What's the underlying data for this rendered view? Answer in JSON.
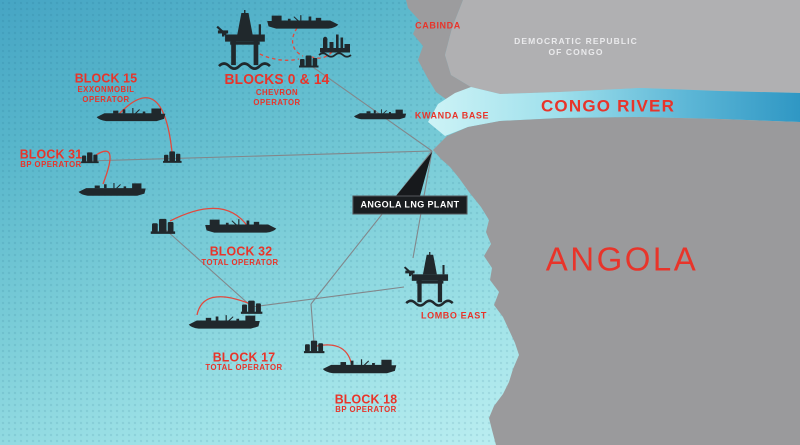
{
  "regions": {
    "angola_label": "ANGOLA",
    "cabinda_label": "CABINDA",
    "drc_label_line1": "DEMOCRATIC REPUBLIC",
    "drc_label_line2": "OF CONGO",
    "congo_river_label": "CONGO RIVER"
  },
  "facilities": {
    "lng_plant_label": "ANGOLA LNG PLANT",
    "kwanda_base_label": "KWANDA BASE",
    "lombo_east_label": "LOMBO EAST"
  },
  "blocks": [
    {
      "title": "BLOCK 15",
      "operator_line1": "EXXONMOBIL",
      "operator_line2": "OPERATOR"
    },
    {
      "title": "BLOCKS 0 & 14",
      "operator_line1": "CHEVRON",
      "operator_line2": "OPERATOR"
    },
    {
      "title": "BLOCK 31",
      "operator_line1": "BP OPERATOR"
    },
    {
      "title": "BLOCK 32",
      "operator_line1": "TOTAL OPERATOR"
    },
    {
      "title": "BLOCK 17",
      "operator_line1": "TOTAL OPERATOR"
    },
    {
      "title": "BLOCK 18",
      "operator_line1": "BP OPERATOR"
    }
  ],
  "icons": {
    "fpso_ship": "fpso-vessel-icon",
    "jackup_rig": "oil-rig-icon",
    "refinery": "onshore-plant-icon",
    "wellhead": "subsea-wellhead-icon",
    "pointer": "lng-plant-pointer-arrow"
  },
  "colors": {
    "label_red": "#e8342a",
    "sea_top": "#46a5c4",
    "sea_bottom": "#c9f3f5",
    "land_drc": "#b0b0b2",
    "land_cabinda": "#9c9c9e",
    "land_angola": "#9a9a9c",
    "river_deep": "#2f97c4",
    "pipeline_gray": "#82878b",
    "icon_dark": "#20282c",
    "lng_box_bg": "#1a1d20"
  }
}
